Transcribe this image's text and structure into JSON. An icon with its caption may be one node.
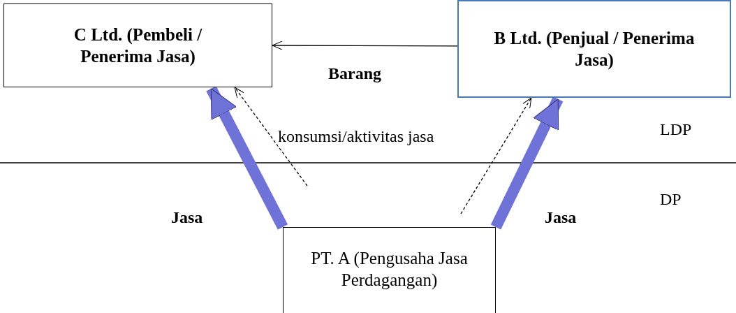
{
  "diagram": {
    "nodes": [
      {
        "text": [
          "C Ltd. (Pembeli / Penerima Jasa)"
        ]
      },
      {
        "text": [
          "B Ltd. (Penjual / Penerima Jasa)"
        ]
      },
      {
        "text": [
          "PT. A (Pengusaha Jasa Perdagangan)"
        ]
      }
    ],
    "edges": [
      {
        "from": 1,
        "to": 0,
        "arrow": "to",
        "label": "Barang"
      },
      {
        "from": 2,
        "to": 0,
        "arrow": "to",
        "label": "Jasa",
        "style": "thick",
        "color": "#6f72d6"
      },
      {
        "from": 2,
        "to": 1,
        "arrow": "to",
        "label": "Jasa",
        "style": "thick",
        "color": "#6f72d6"
      },
      {
        "from": null,
        "to": 0,
        "arrow": "to",
        "style": "dashed"
      },
      {
        "from": null,
        "to": 1,
        "arrow": "to",
        "style": "dashed"
      }
    ],
    "labels": [
      "konsumsi/aktivitas jasa",
      "LDP",
      "DP"
    ]
  }
}
